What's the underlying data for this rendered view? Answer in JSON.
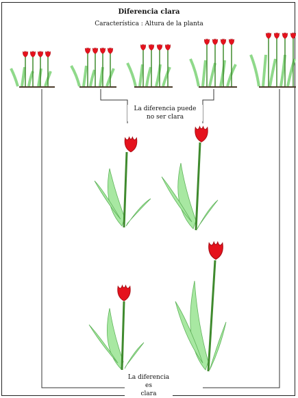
{
  "title": "Diferencia clara",
  "subtitle": "Característica : Altura de la planta",
  "labels": {
    "unclear_line1": "La diferencia puede",
    "unclear_line2": "no ser clara",
    "clear_line1": "La diferencia es",
    "clear_line2": "clara"
  },
  "colors": {
    "petal": "#e5121d",
    "petal_shadow": "#a80d15",
    "stem": "#3f8a2e",
    "leaf": "#9fe39a",
    "leaf_edge": "#5fb35a",
    "ground": "#4a3a2a",
    "line": "#333333"
  }
}
